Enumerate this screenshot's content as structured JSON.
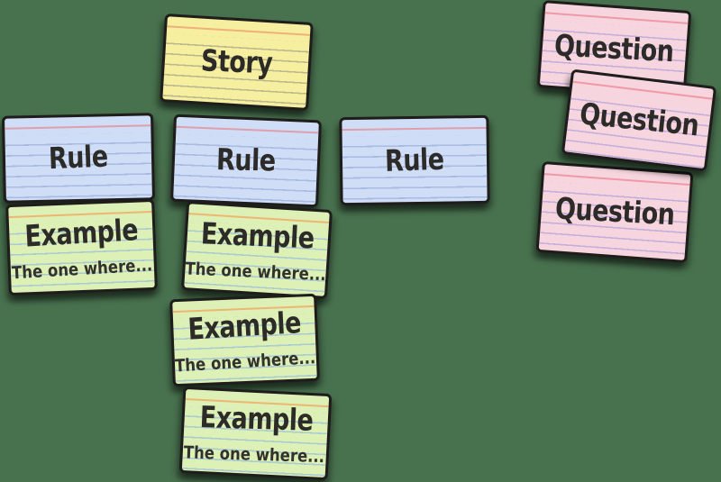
{
  "page": {
    "background_color": "#48714e"
  },
  "palette": {
    "story_yellow": "#f6efa0",
    "rule_blue": "#cfddf6",
    "example_green": "#ddf0b5",
    "question_pink": "#f7d5de",
    "card_border": "#1f1d1b",
    "ink": "#2d2b28",
    "top_rule_line_yellow": "#f0a470",
    "top_rule_line_blue": "#e2949f",
    "top_rule_line_green": "#f0ab66",
    "top_rule_line_pink": "#ef8d9c"
  },
  "cards": {
    "story": {
      "label": "Story"
    },
    "rules": [
      {
        "label": "Rule"
      },
      {
        "label": "Rule"
      },
      {
        "label": "Rule"
      }
    ],
    "examples": [
      {
        "label": "Example",
        "note": "The one where..."
      },
      {
        "label": "Example",
        "note": "The one where..."
      },
      {
        "label": "Example",
        "note": "The one where..."
      },
      {
        "label": "Example",
        "note": "The one where..."
      }
    ],
    "questions": [
      {
        "label": "Question"
      },
      {
        "label": "Question"
      },
      {
        "label": "Question"
      }
    ]
  }
}
